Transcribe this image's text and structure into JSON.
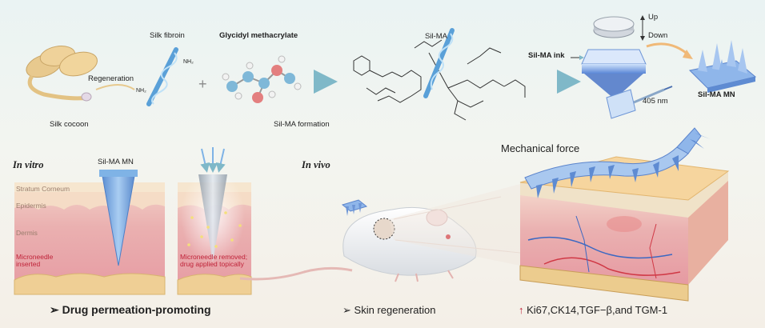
{
  "top": {
    "silk_cocoon": "Silk cocoon",
    "regeneration": "Regeneration",
    "silk_fibroin": "Silk fibroin",
    "nh2_top": "NH₂",
    "nh2_bottom": "NH₂",
    "gma": "Glycidyl methacrylate",
    "plus": "+",
    "silma": "Sil-MA",
    "silma_formation": "Sil-MA formation",
    "silma_ink": "Sil-MA ink",
    "up": "Up",
    "down": "Down",
    "wavelength": "405 nm",
    "silma_mn": "Sil-MA MN"
  },
  "in_vitro": {
    "heading": "In vitro",
    "mn_label": "Sil-MA MN",
    "stratum": "Stratum Corneum",
    "epidermis": "Epidermis",
    "dermis": "Dermis",
    "inserted": "Microneedle inserted",
    "removed": "Microneedle removed; drug applied topically",
    "caption_arrow": "➢",
    "caption": "Drug permeation-promoting"
  },
  "in_vivo": {
    "heading": "In vivo",
    "mechanical": "Mechanical force",
    "caption_arrow": "➢",
    "caption": "Skin regeneration",
    "markers_arrow": "↑",
    "markers": "Ki67,CK14,TGF−β,and TGM-1"
  },
  "colors": {
    "accent_blue": "#7fb3e6",
    "arrow_teal": "#8ec3d0",
    "marker_red": "#c0243a",
    "dermis_pink": "#eab0b0"
  }
}
